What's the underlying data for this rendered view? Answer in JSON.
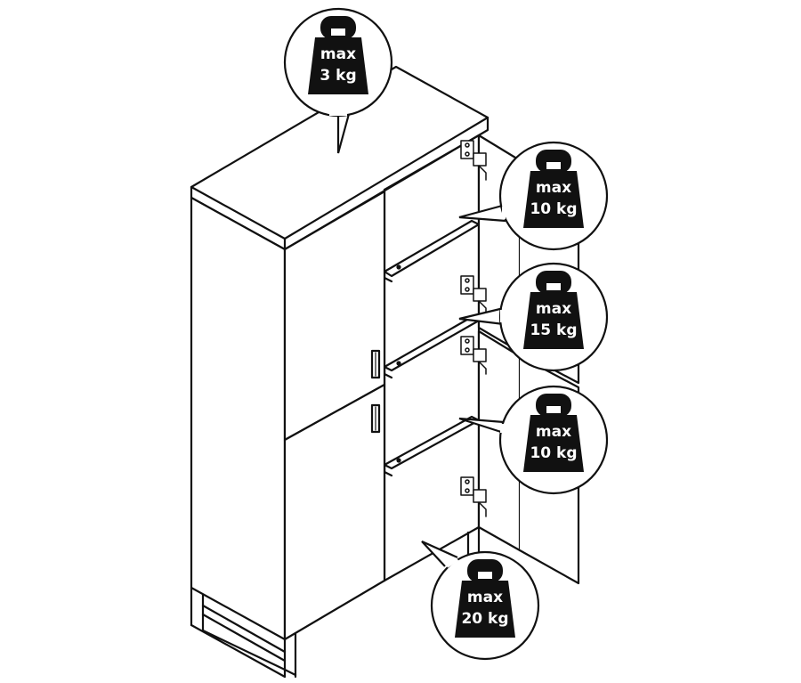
{
  "colors": {
    "line": "#111111",
    "background": "#ffffff",
    "weight_fill": "#111111",
    "weight_text": "#ffffff"
  },
  "callouts": [
    {
      "id": "top",
      "max_label": "max",
      "weight": "3 kg",
      "icon": "weight-icon"
    },
    {
      "id": "upper-shelf",
      "max_label": "max",
      "weight": "10 kg",
      "icon": "weight-icon"
    },
    {
      "id": "middle-shelf",
      "max_label": "max",
      "weight": "15 kg",
      "icon": "weight-icon"
    },
    {
      "id": "lower-shelf",
      "max_label": "max",
      "weight": "10 kg",
      "icon": "weight-icon"
    },
    {
      "id": "bottom",
      "max_label": "max",
      "weight": "20 kg",
      "icon": "weight-icon"
    }
  ]
}
